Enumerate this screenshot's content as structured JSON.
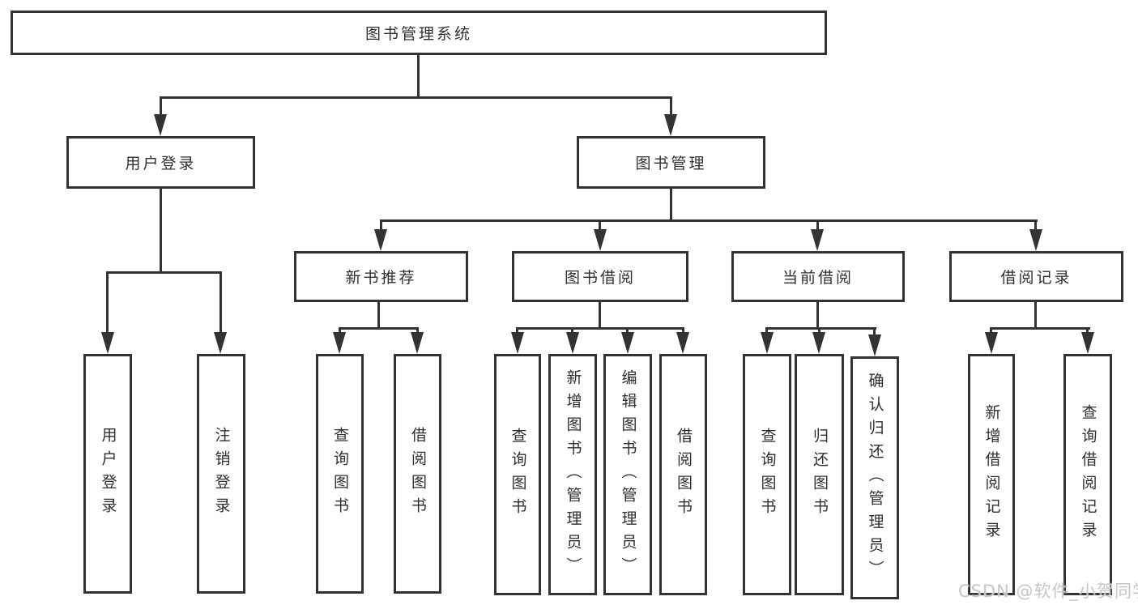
{
  "diagram_title": "图书管理系统",
  "watermark": "CSDN @软件_小贺同学",
  "colors": {
    "line": "#333333",
    "text": "#2f2f2f",
    "watermark": "#c6c6c6",
    "background": "#ffffff"
  },
  "tree": {
    "label": "图书管理系统",
    "children": [
      {
        "label": "用户登录",
        "children": [
          {
            "label": "用户登录"
          },
          {
            "label": "注销登录"
          }
        ]
      },
      {
        "label": "图书管理",
        "children": [
          {
            "label": "新书推荐",
            "children": [
              {
                "label": "查询图书"
              },
              {
                "label": "借阅图书"
              }
            ]
          },
          {
            "label": "图书借阅",
            "children": [
              {
                "label": "查询图书"
              },
              {
                "label": "新增图书（管理员）"
              },
              {
                "label": "编辑图书（管理员）"
              },
              {
                "label": "借阅图书"
              }
            ]
          },
          {
            "label": "当前借阅",
            "children": [
              {
                "label": "查询图书"
              },
              {
                "label": "归还图书"
              },
              {
                "label": "确认归还（管理员）"
              }
            ]
          },
          {
            "label": "借阅记录",
            "children": [
              {
                "label": "新增借阅记录"
              },
              {
                "label": "查询借阅记录"
              }
            ]
          }
        ]
      }
    ]
  }
}
